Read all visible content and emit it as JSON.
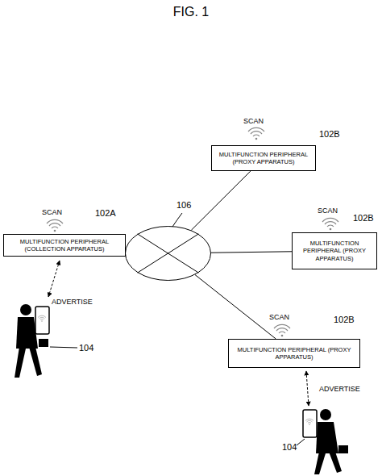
{
  "diagram": {
    "title": "FIG. 1",
    "nodes": [
      {
        "text": [
          "MULTIFUNCTION PERIPHERAL (PROXY APPARATUS)"
        ]
      },
      {
        "text": [
          "106"
        ]
      },
      {
        "text": [
          "MULTIFUNCTION PERIPHERAL (COLLECTION APPARATUS)"
        ]
      },
      {
        "text": [
          "MULTIFUNCTION PERIPHERAL (PROXY APPARATUS)"
        ]
      },
      {
        "text": [
          "MULTIFUNCTION PERIPHERAL (PROXY APPARATUS)"
        ]
      }
    ],
    "edges": [
      {
        "from": 1,
        "to": 0,
        "arrow": "none"
      },
      {
        "from": 1,
        "to": 2,
        "arrow": "none"
      },
      {
        "from": 1,
        "to": 3,
        "arrow": "none"
      },
      {
        "from": 1,
        "to": 4,
        "arrow": "none"
      }
    ],
    "labels": [
      "SCAN",
      "102B",
      "SCAN",
      "102A",
      "SCAN",
      "102B",
      "ADVERTISE",
      "104",
      "SCAN",
      "102B",
      "ADVERTISE",
      "104"
    ]
  }
}
